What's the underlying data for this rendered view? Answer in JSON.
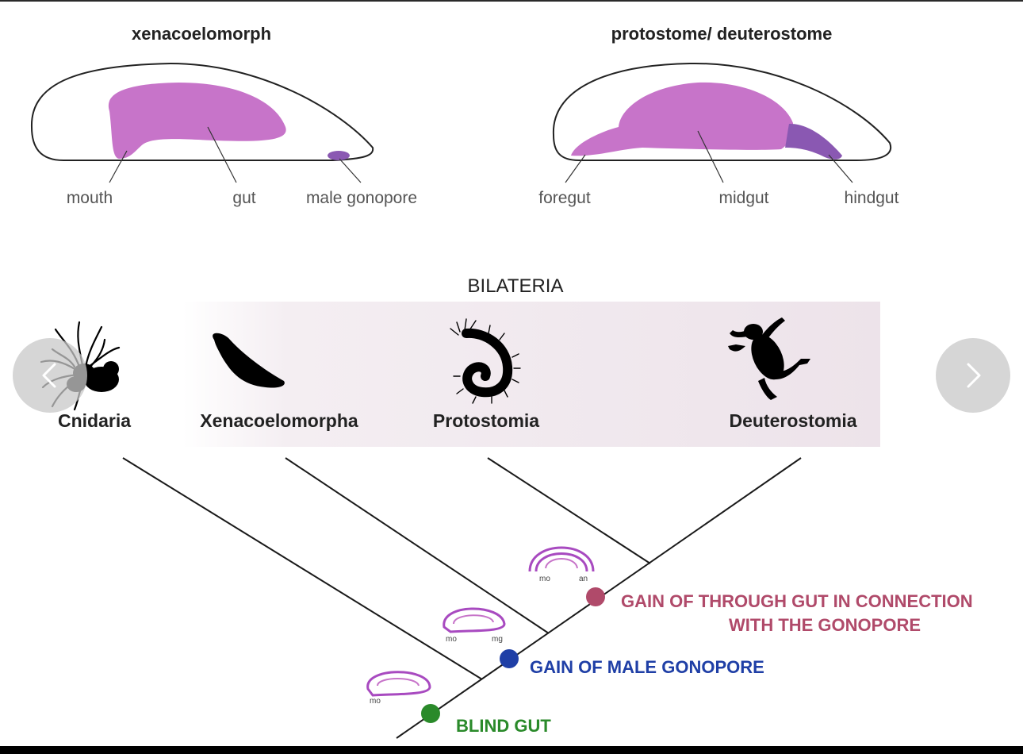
{
  "panels": {
    "left": {
      "title": "xenacoelomorph",
      "labels": {
        "mouth": "mouth",
        "gut": "gut",
        "gonopore": "male gonopore"
      }
    },
    "right": {
      "title": "protostome/ deuterostome",
      "labels": {
        "foregut": "foregut",
        "midgut": "midgut",
        "hindgut": "hindgut"
      }
    }
  },
  "tree": {
    "clade_label": "BILATERIA",
    "taxa": [
      "Cnidaria",
      "Xenacoelomorpha",
      "Protostomia",
      "Deuterostomia"
    ],
    "events": [
      {
        "line1": "GAIN OF THROUGH GUT IN CONNECTION",
        "line2": "WITH THE GONOPORE",
        "color": "#b04a6a"
      },
      {
        "line1": "GAIN OF MALE GONOPORE",
        "color": "#1f3fa6"
      },
      {
        "line1": "BLIND GUT",
        "color": "#2a8a2a"
      }
    ],
    "gut_icon_labels": {
      "through": {
        "mo": "mo",
        "an": "an"
      },
      "gonopore": {
        "mo": "mo",
        "mg": "mg"
      },
      "blind": {
        "mo": "mo"
      }
    }
  },
  "colors": {
    "gut_fill": "#c774c9",
    "gut_dark": "#8a58b2",
    "band_start": "#ffffff",
    "band_end": "#eee5ec",
    "line": "#1a1a1a"
  },
  "navigation": {
    "prev_icon": "chevron-left-icon",
    "next_icon": "chevron-right-icon"
  }
}
